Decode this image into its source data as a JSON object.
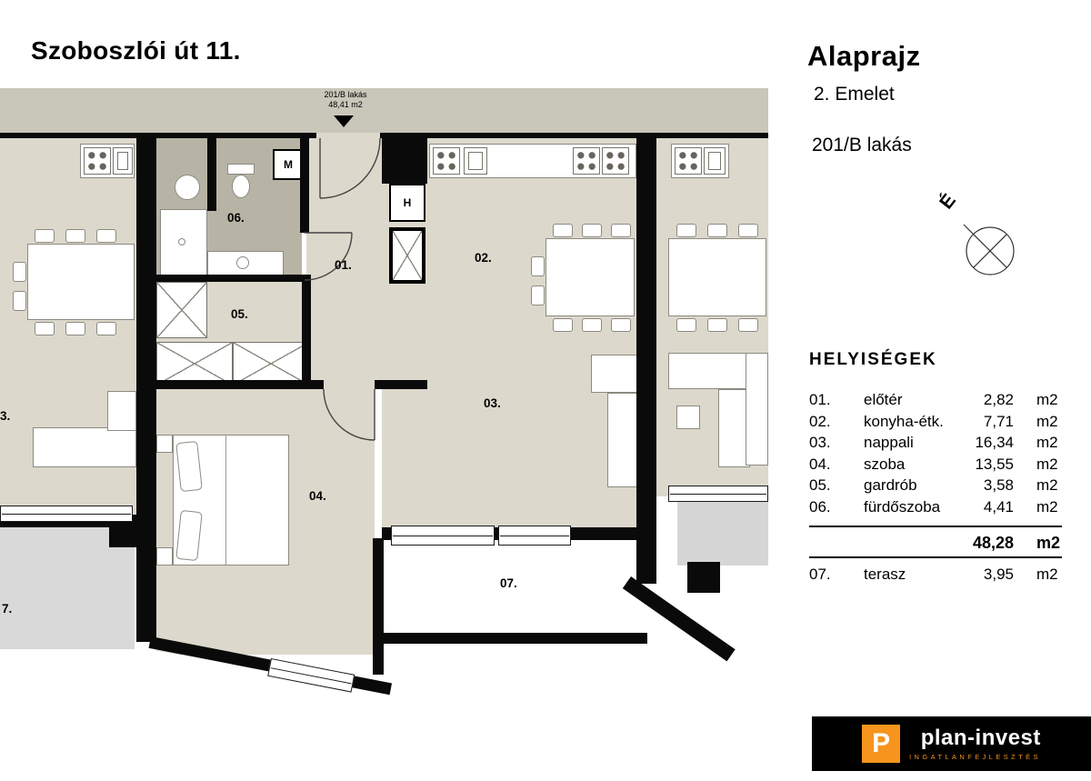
{
  "header": {
    "title": "Szoboszlói út 11."
  },
  "marker": {
    "apartment": "201/B lakás",
    "area": "48,41 m2"
  },
  "plan": {
    "room_labels": {
      "r01": "01.",
      "r02": "02.",
      "r03": "03.",
      "r04": "04.",
      "r05": "05.",
      "r06": "06.",
      "r07": "07."
    },
    "appliances": {
      "washer": "M",
      "fridge": "H"
    },
    "neighbor_labels": {
      "left_room": "3.",
      "left_terrace": "7."
    }
  },
  "sidebar": {
    "heading": "Alaprajz",
    "floor": "2. Emelet",
    "apartment": "201/B lakás",
    "compass": "É",
    "rooms_heading": "HELYISÉGEK",
    "rooms": [
      {
        "num": "01.",
        "name": "előtér",
        "area": "2,82",
        "unit": "m2"
      },
      {
        "num": "02.",
        "name": "konyha-étk.",
        "area": "7,71",
        "unit": "m2"
      },
      {
        "num": "03.",
        "name": "nappali",
        "area": "16,34",
        "unit": "m2"
      },
      {
        "num": "04.",
        "name": "szoba",
        "area": "13,55",
        "unit": "m2"
      },
      {
        "num": "05.",
        "name": "gardrób",
        "area": "3,58",
        "unit": "m2"
      },
      {
        "num": "06.",
        "name": "fürdőszoba",
        "area": "4,41",
        "unit": "m2"
      }
    ],
    "total": {
      "area": "48,28",
      "unit": "m2"
    },
    "terrace": {
      "num": "07.",
      "name": "terasz",
      "area": "3,95",
      "unit": "m2"
    }
  },
  "logo": {
    "brand": "plan-invest",
    "sub": "INGATLANFEJLESZTÉS"
  },
  "colors": {
    "floor_beige": "#dcd8cc",
    "slab_band": "#c9c6ba",
    "bathroom_gray": "#b7b4a6",
    "terrace_gray": "#d8d8d8",
    "wall_black": "#0a0a0a",
    "brand_orange": "#f7941d"
  }
}
